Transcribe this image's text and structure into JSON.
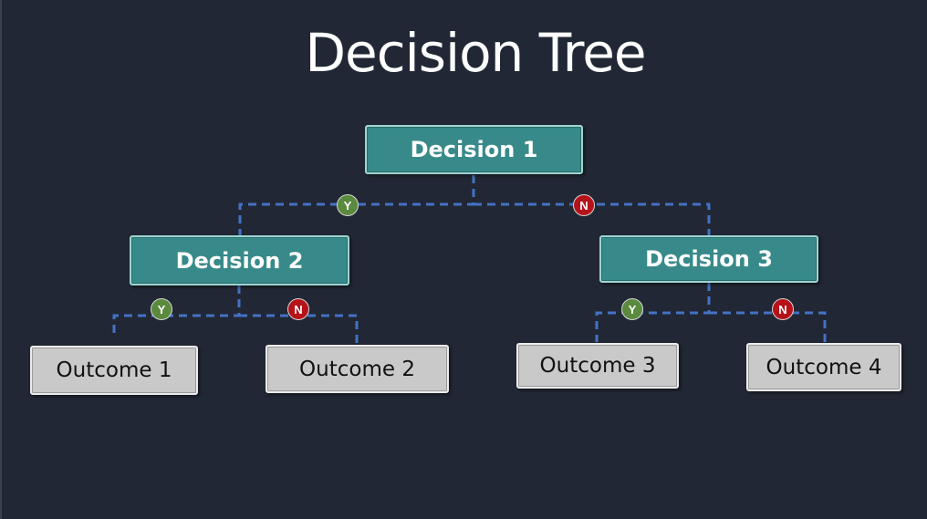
{
  "title": "Decision Tree",
  "colors": {
    "background": "#212734",
    "decision_fill": "#388a8a",
    "outcome_fill": "#c9c9c9",
    "connector": "#4472c4",
    "yes_badge": "#5a8a3e",
    "no_badge": "#b51219"
  },
  "nodes": {
    "decision_1": "Decision 1",
    "decision_2": "Decision 2",
    "decision_3": "Decision 3",
    "outcome_1": "Outcome 1",
    "outcome_2": "Outcome 2",
    "outcome_3": "Outcome 3",
    "outcome_4": "Outcome 4"
  },
  "badges": {
    "yes": "Y",
    "no": "N"
  },
  "edges": [
    {
      "from": "Decision 1",
      "to": "Decision 2",
      "label": "Y"
    },
    {
      "from": "Decision 1",
      "to": "Decision 3",
      "label": "N"
    },
    {
      "from": "Decision 2",
      "to": "Outcome 1",
      "label": "Y"
    },
    {
      "from": "Decision 2",
      "to": "Outcome 2",
      "label": "N"
    },
    {
      "from": "Decision 3",
      "to": "Outcome 3",
      "label": "Y"
    },
    {
      "from": "Decision 3",
      "to": "Outcome 4",
      "label": "N"
    }
  ]
}
